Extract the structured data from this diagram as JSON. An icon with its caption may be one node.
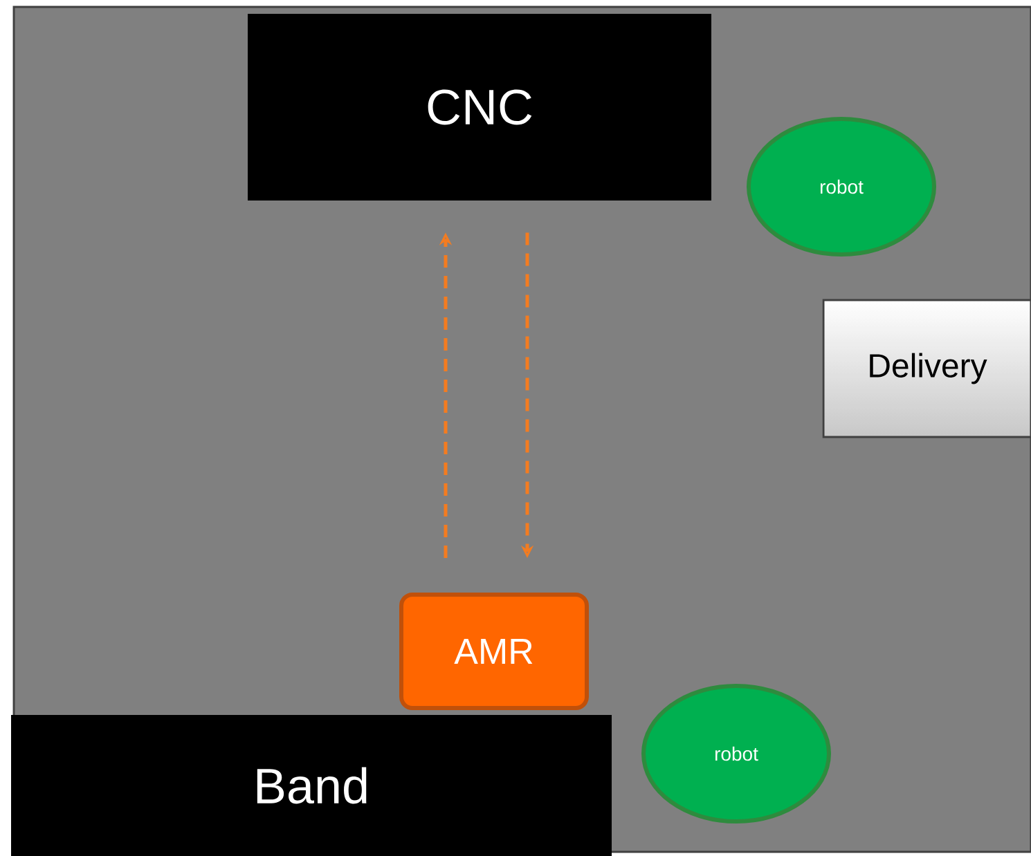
{
  "diagram": {
    "nodes": [
      {
        "text": [
          "CNC"
        ]
      },
      {
        "text": [
          "robot"
        ]
      },
      {
        "text": [
          "Delivery"
        ]
      },
      {
        "text": [
          "AMR"
        ]
      },
      {
        "text": [
          "Band"
        ]
      },
      {
        "text": [
          "robot"
        ]
      }
    ],
    "edges": [
      {
        "from": 3,
        "to": 0,
        "arrow": "to",
        "style": "dashed"
      },
      {
        "from": 0,
        "to": 3,
        "arrow": "to",
        "style": "dashed"
      }
    ]
  }
}
